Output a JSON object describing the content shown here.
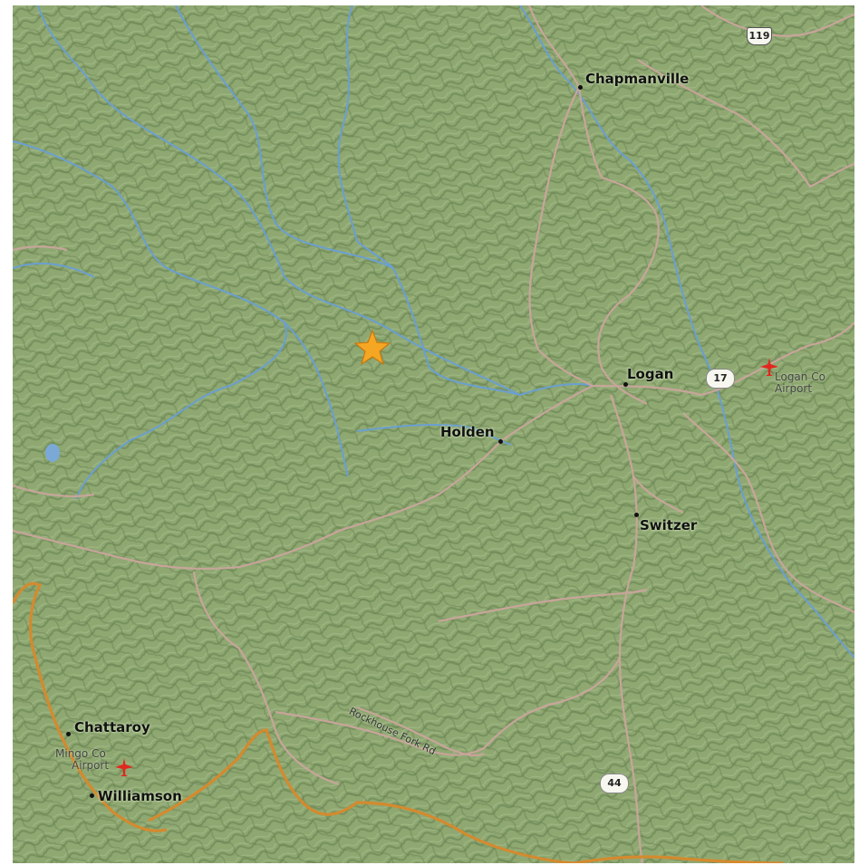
{
  "map": {
    "colors": {
      "terrain": "#8fa872",
      "river": "#6a9fd0",
      "major_road": "#d48a2e",
      "minor_road": "#c7a59a",
      "marker": "#f5a623",
      "airport": "#e0281e"
    },
    "towns": [
      {
        "id": "chapmanville",
        "name": "Chapmanville"
      },
      {
        "id": "logan",
        "name": "Logan"
      },
      {
        "id": "holden",
        "name": "Holden"
      },
      {
        "id": "switzer",
        "name": "Switzer"
      },
      {
        "id": "chattaroy",
        "name": "Chattaroy"
      },
      {
        "id": "williamson",
        "name": "Williamson"
      }
    ],
    "airports": [
      {
        "id": "logan-co",
        "line1": "Logan Co",
        "line2": "Airport"
      },
      {
        "id": "mingo-co",
        "line1": "Mingo Co",
        "line2": "Airport"
      }
    ],
    "route_shields": [
      {
        "id": "us-119",
        "number": "119"
      },
      {
        "id": "wv-17",
        "number": "17"
      },
      {
        "id": "wv-44",
        "number": "44"
      }
    ],
    "road_labels": [
      {
        "id": "rockhouse-fork-rd",
        "text": "Rockhouse Fork Rd"
      }
    ],
    "marker": {
      "icon": "star-icon",
      "meaning": "event-location"
    }
  }
}
